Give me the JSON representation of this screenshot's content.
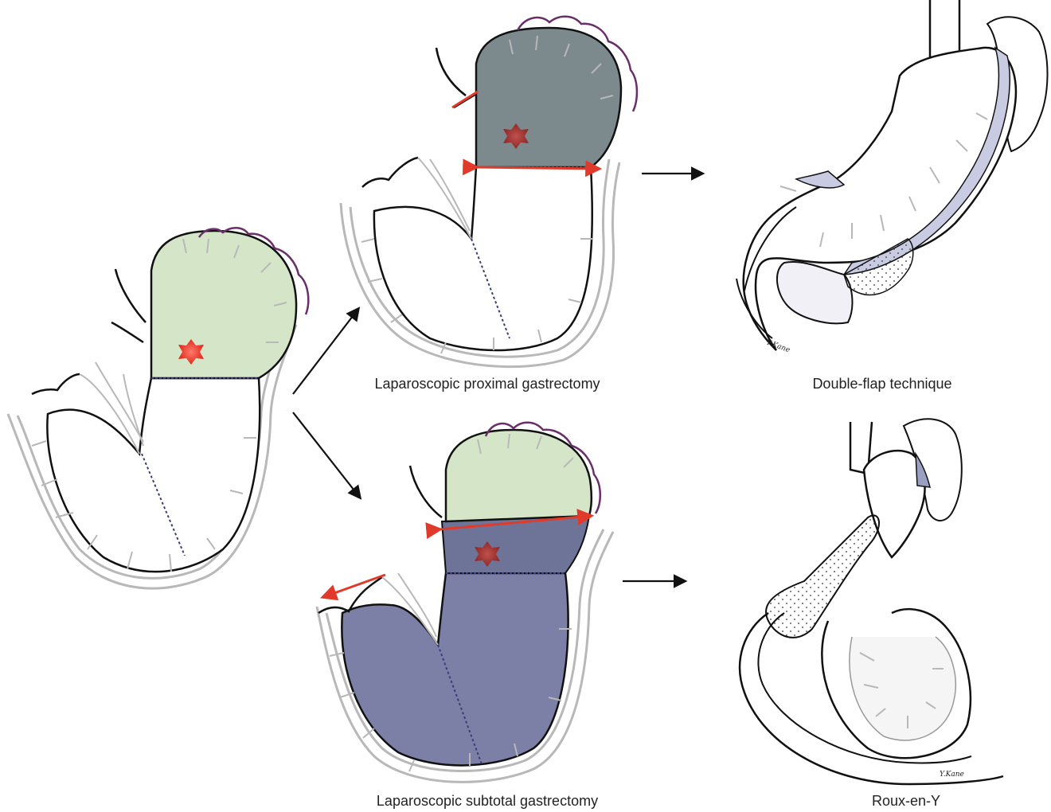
{
  "captions": {
    "proximal": "Laparoscopic proximal gastrectomy",
    "subtotal": "Laparoscopic subtotal gastrectomy",
    "double_flap": "Double-flap technique",
    "roux_en_y": "Roux-en-Y"
  },
  "signatures": {
    "top": "Y.Kane",
    "bottom": "Y.Kane"
  },
  "colors": {
    "tumor_region": "#d5e6c8",
    "resected_proximal": "#7d8a8d",
    "resected_subtotal": "#7c7fa6",
    "remnant_band": "#6e7498",
    "tumor_mark": "#e8352a",
    "cut_line": "#e23a2a",
    "vessels": "#b8b8b8",
    "short_gastric": "#6a2f6a",
    "flap": "#c9cbe3"
  }
}
